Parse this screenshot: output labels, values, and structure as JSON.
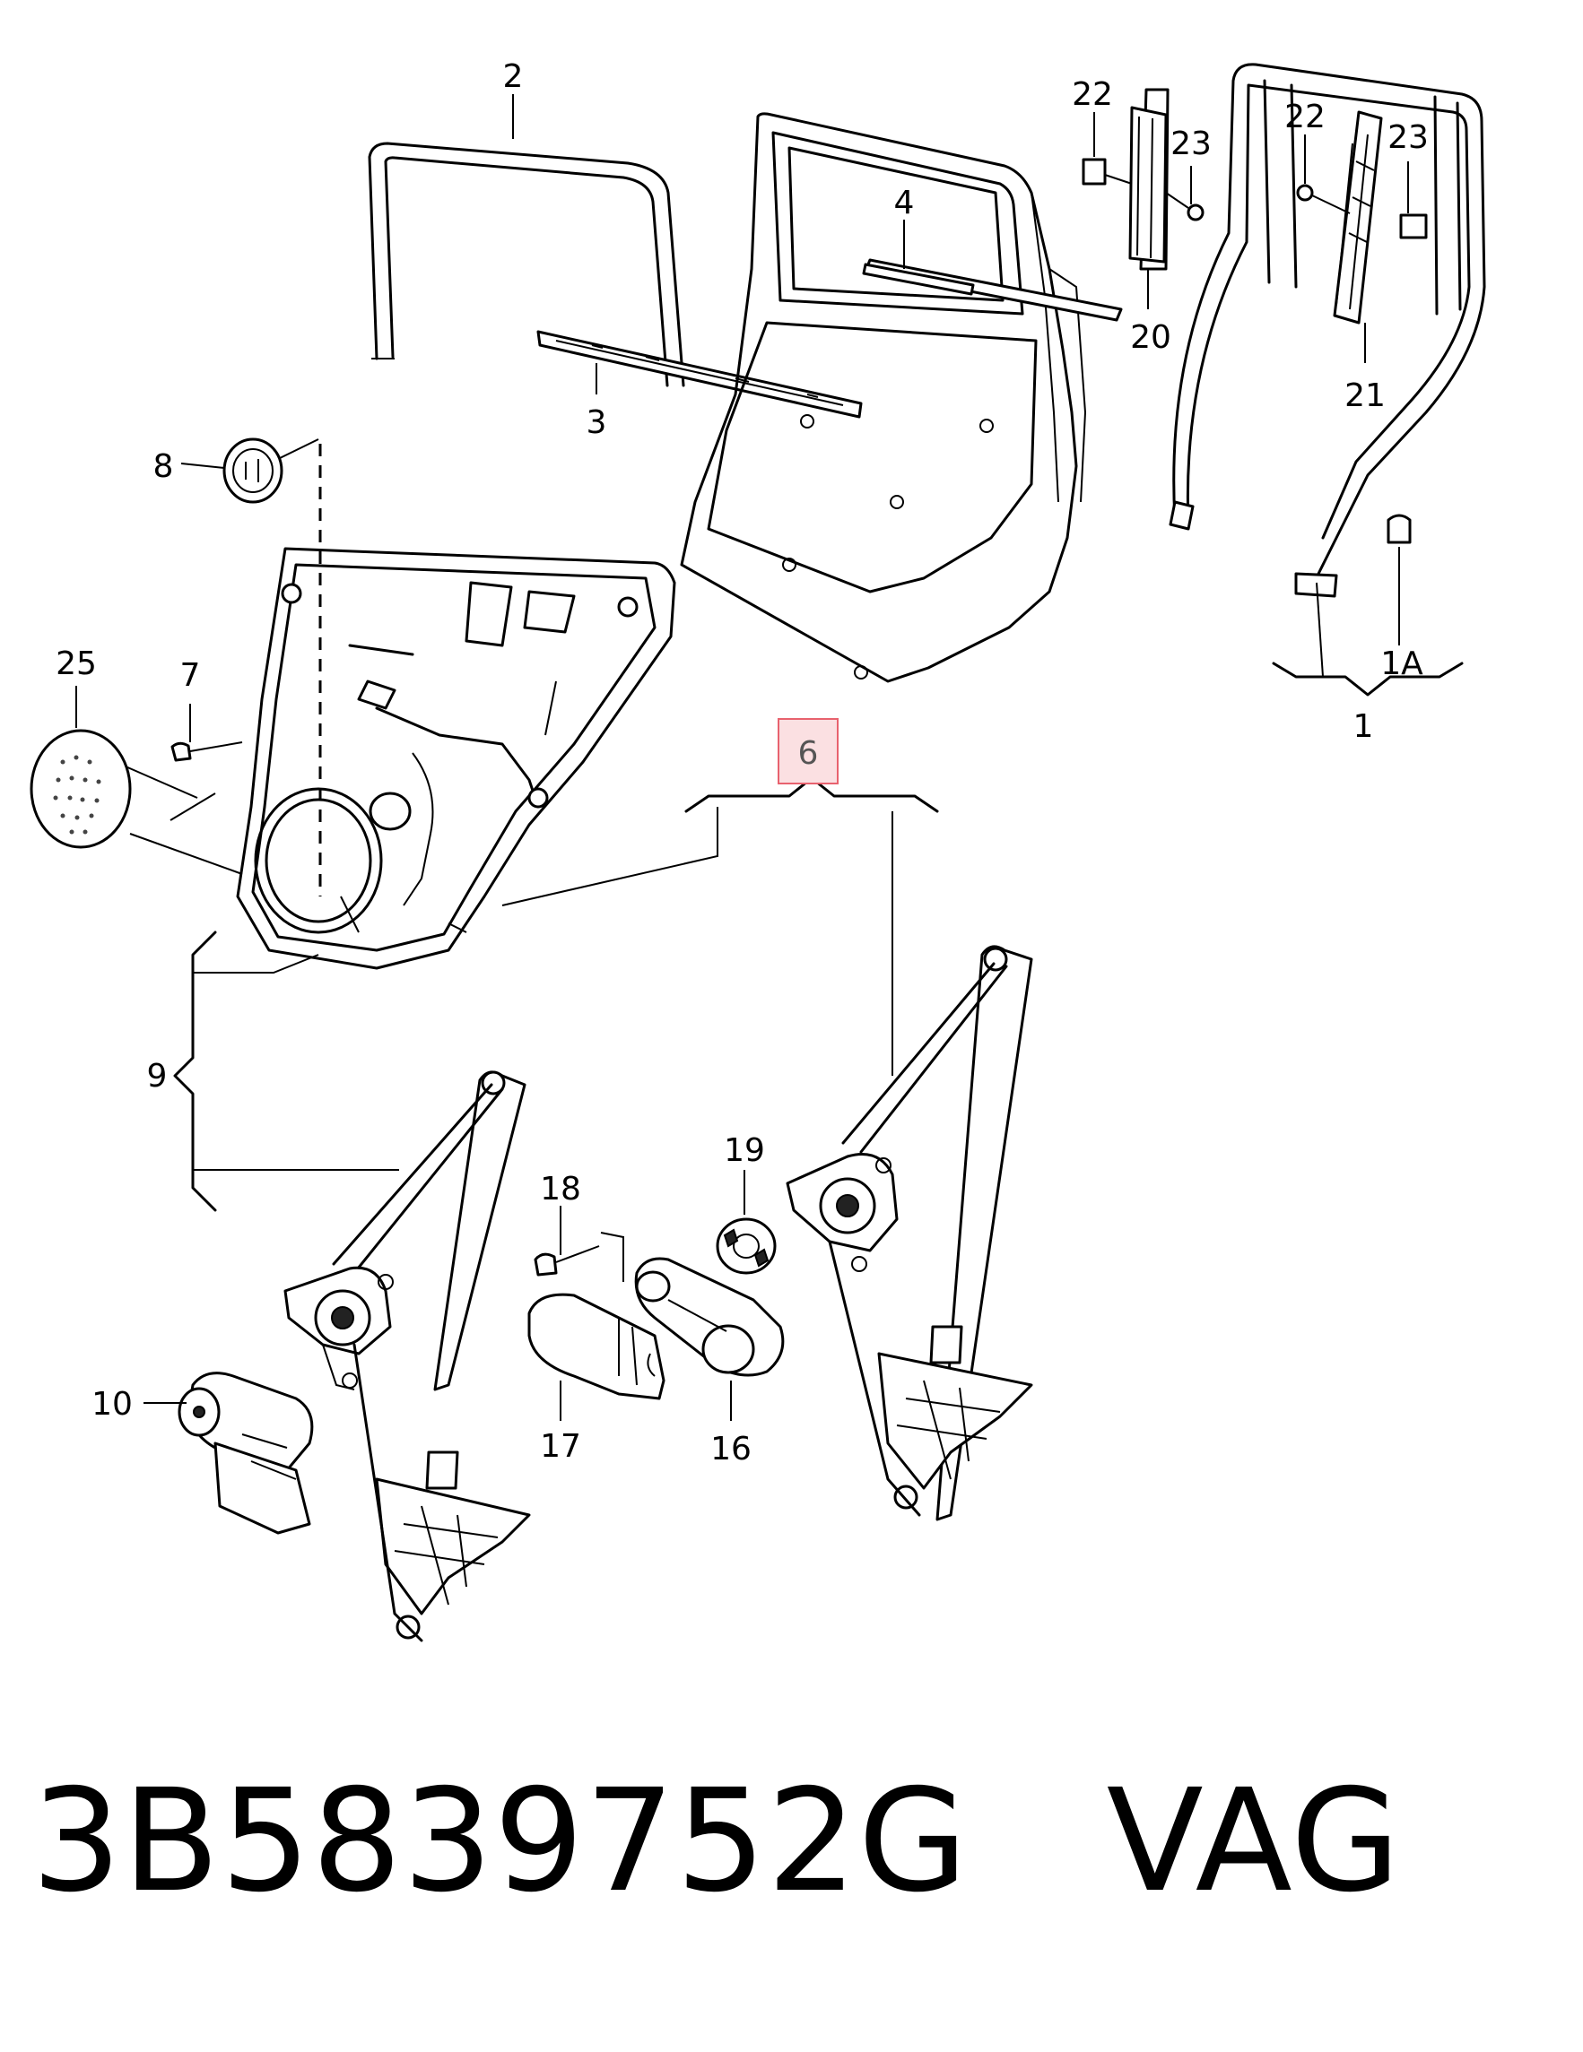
{
  "callouts": [
    {
      "id": "c2",
      "label": "2"
    },
    {
      "id": "c4",
      "label": "4"
    },
    {
      "id": "c3",
      "label": "3"
    },
    {
      "id": "c22a",
      "label": "22"
    },
    {
      "id": "c23a",
      "label": "23"
    },
    {
      "id": "c20",
      "label": "20"
    },
    {
      "id": "c22b",
      "label": "22"
    },
    {
      "id": "c23b",
      "label": "23"
    },
    {
      "id": "c21",
      "label": "21"
    },
    {
      "id": "c1A",
      "label": "1A"
    },
    {
      "id": "c1",
      "label": "1"
    },
    {
      "id": "c8",
      "label": "8"
    },
    {
      "id": "c25",
      "label": "25"
    },
    {
      "id": "c7",
      "label": "7"
    },
    {
      "id": "c6",
      "label": "6"
    },
    {
      "id": "c9",
      "label": "9"
    },
    {
      "id": "c18",
      "label": "18"
    },
    {
      "id": "c19",
      "label": "19"
    },
    {
      "id": "c10",
      "label": "10"
    },
    {
      "id": "c17",
      "label": "17"
    },
    {
      "id": "c16",
      "label": "16"
    }
  ],
  "highlight": {
    "callout": "6",
    "color": "#e8626e",
    "fill": "#fbe0e2"
  },
  "caption": {
    "part_number": "3B5839752G",
    "brand": "VAG"
  }
}
